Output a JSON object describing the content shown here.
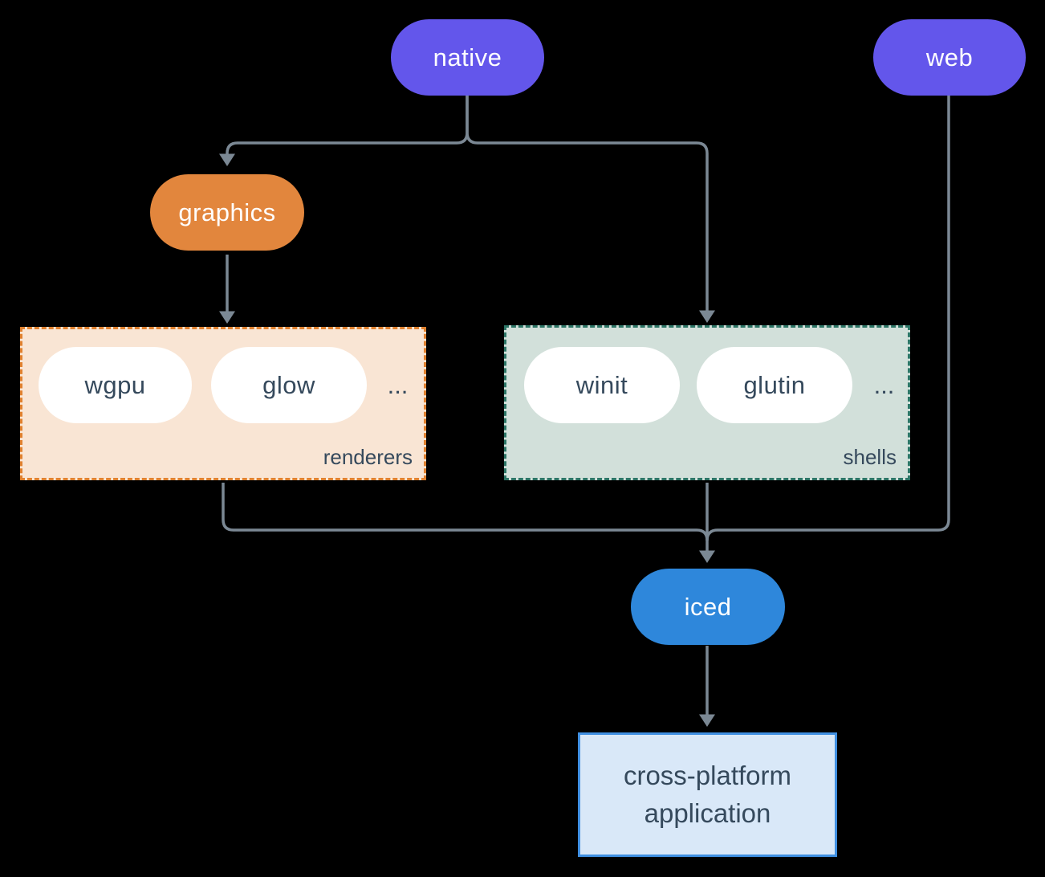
{
  "nodes": {
    "native": "native",
    "web": "web",
    "graphics": "graphics",
    "iced": "iced"
  },
  "groups": {
    "renderers": {
      "label": "renderers",
      "items": [
        "wgpu",
        "glow"
      ],
      "more": "..."
    },
    "shells": {
      "label": "shells",
      "items": [
        "winit",
        "glutin"
      ],
      "more": "..."
    }
  },
  "app": {
    "line1": "cross-platform",
    "line2": "application"
  },
  "colors": {
    "background": "#000000",
    "native_web_pill": "#6356eb",
    "graphics_pill": "#e2863d",
    "iced_pill": "#2e87db",
    "renderers_bg": "#f9e5d4",
    "renderers_border": "#e0812f",
    "shells_bg": "#d2e0da",
    "shells_border": "#2c7566",
    "inner_pill_bg": "#ffffff",
    "dark_text": "#35495c",
    "connector": "#7b8894",
    "app_bg": "#d9e8f8",
    "app_border": "#4090e2"
  }
}
